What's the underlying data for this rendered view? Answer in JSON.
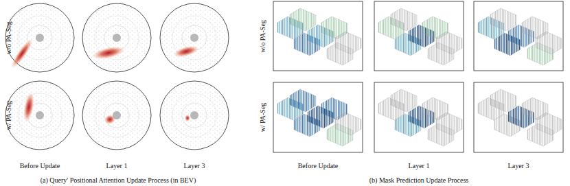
{
  "diagram": {
    "labels": [
      "w/o PA-Seg",
      "w/ PA-Seg",
      "w/o PA-Seg",
      "w/ PA-Seg",
      "Before Update",
      "Layer 1",
      "Layer 3",
      "Before Update",
      "Layer 1",
      "Layer 3",
      "(a) Query' Positional Attention Update Process (in BEV)",
      "(b) Mask Prediction Update Process"
    ]
  }
}
